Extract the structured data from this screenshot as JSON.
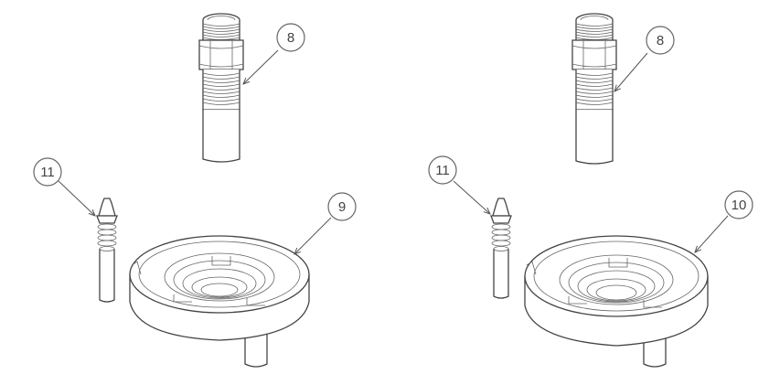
{
  "callouts": {
    "left_fitting": "8",
    "left_pin": "11",
    "left_base": "9",
    "right_fitting": "8",
    "right_pin": "11",
    "right_base": "10"
  },
  "colors": {
    "line": "#444444",
    "callout_circle": "#666666",
    "background": "#ffffff"
  }
}
